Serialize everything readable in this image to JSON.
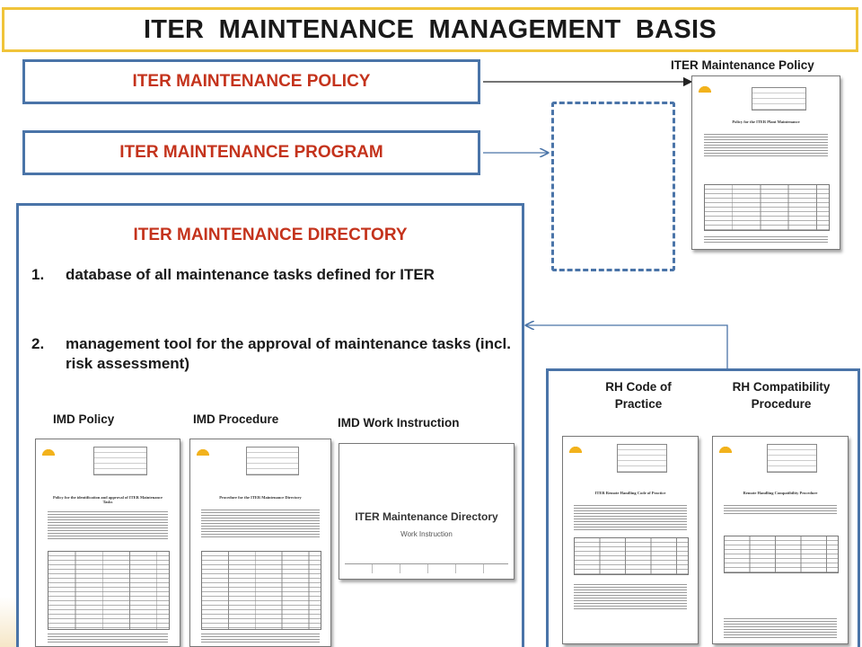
{
  "title": "ITER   MAINTENANCE   MANAGEMENT   BASIS",
  "policy_box": "ITER MAINTENANCE POLICY",
  "program_box": "ITER MAINTENANCE PROGRAM",
  "policy_doc_label": "ITER Maintenance Policy",
  "directory": {
    "title": "ITER MAINTENANCE DIRECTORY",
    "items": [
      {
        "num": "1.",
        "text": "database of all maintenance tasks defined for ITER"
      },
      {
        "num": "2.",
        "text": "management tool for the approval of maintenance tasks (incl. risk assessment)"
      }
    ],
    "doc_labels": {
      "imd_policy": "IMD Policy",
      "imd_procedure": "IMD Procedure",
      "imd_work_instruction": "IMD Work Instruction"
    },
    "docs": {
      "imd_policy_title": "Policy for the identification and approval of ITER Maintenance Tasks",
      "imd_procedure_title": "Procedure for the ITER Maintenance Directory",
      "wi_title": "ITER Maintenance Directory",
      "wi_subtitle": "Work Instruction"
    }
  },
  "rh": {
    "code_label": "RH Code of Practice",
    "compat_label": "RH Compatibility Procedure",
    "code_doc_title": "ITER Remote Handling Code of Practice",
    "compat_doc_title": "Remote Handling Compatibility Procedure"
  },
  "policy_doc_title": "Policy for the ITER Plant Maintenance",
  "colors": {
    "accent_blue": "#4a74a8",
    "title_red": "#c4331c",
    "title_border": "#f0c43a"
  }
}
